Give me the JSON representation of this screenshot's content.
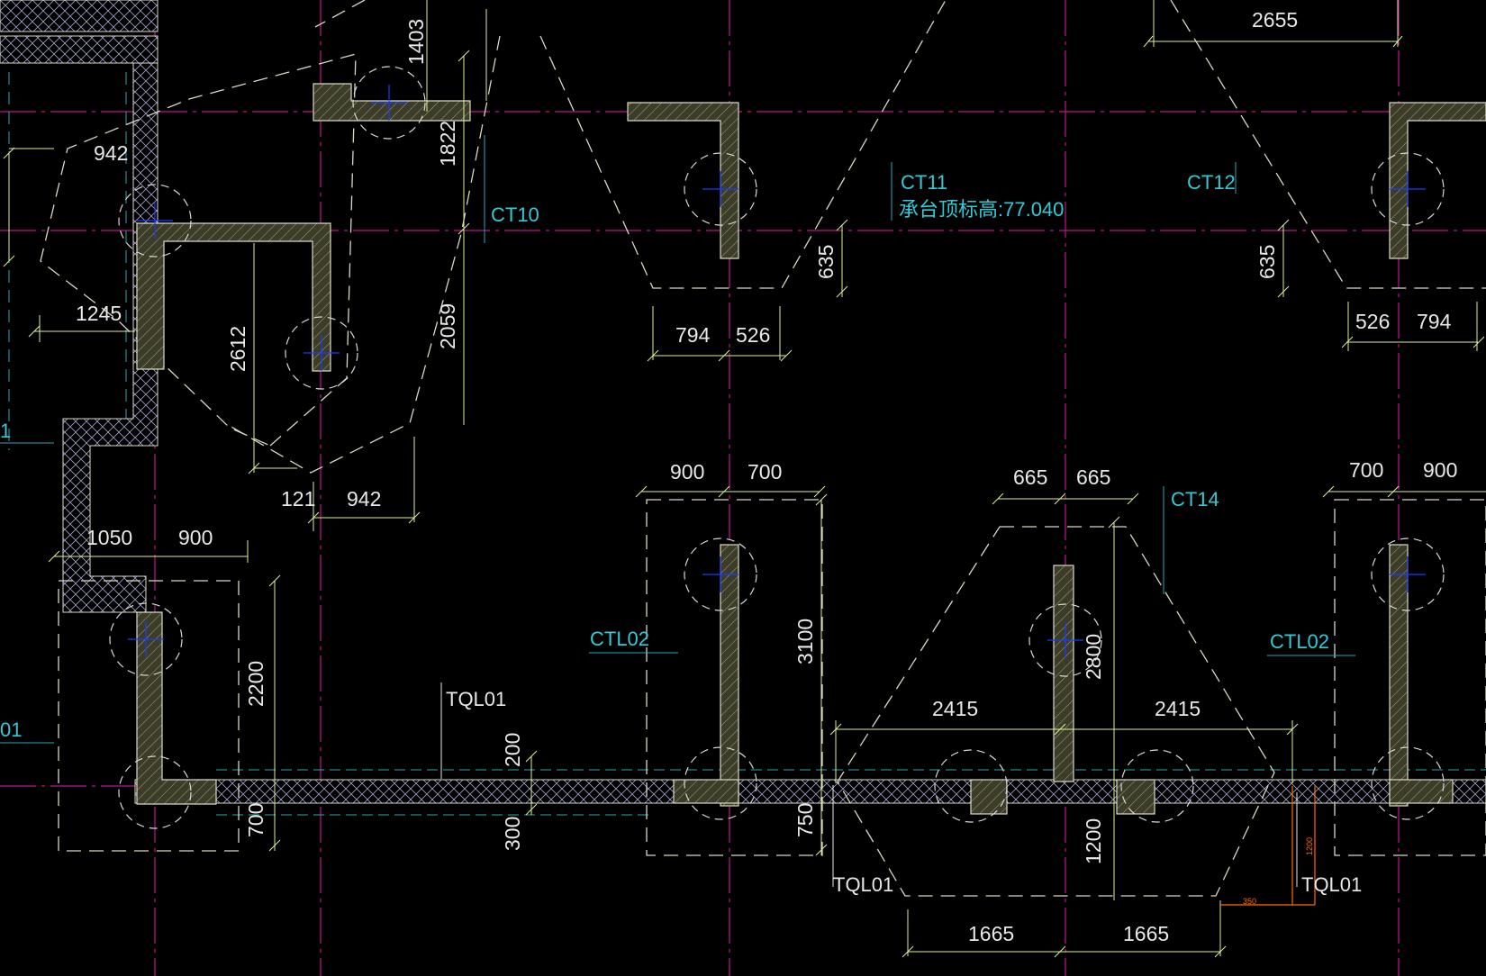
{
  "drawing": {
    "colors": {
      "background": "#000000",
      "axis_line": "#c0148a",
      "dimension": "#d7f29a",
      "dimension_text": "#e8e8e8",
      "wall_fill": "#5a5a3a",
      "hatch": "#c9d9a8",
      "cap_outline": "#d8d8c4",
      "pile_circle": "#d8d8d8",
      "pile_center": "#1a3cff",
      "label_cyan": "#35c9d6",
      "beam_hatch": "#7a78c8",
      "highlight_orange": "#ff6a00"
    },
    "cap_labels": {
      "ct10": "CT10",
      "ct11": "CT11",
      "ct11_elev": "承台顶标高:77.040",
      "ct12": "CT12",
      "ct14": "CT14",
      "ctl02_left": "CTL02",
      "ctl02_right": "CTL02"
    },
    "beam_labels": {
      "tql01_top": "TQL01",
      "tql01_mid": "TQL01",
      "tql01_right": "TQL01"
    },
    "edge_labels": {
      "left_1": "1",
      "left_01": "01"
    },
    "dims": {
      "d2655": "2655",
      "d1403": "1403",
      "d942a": "942",
      "d1822": "1822",
      "d1245": "1245",
      "d2612": "2612",
      "d2059": "2059",
      "d121": "121",
      "d942b": "942",
      "d635a": "635",
      "d794a": "794",
      "d526a": "526",
      "d635b": "635",
      "d526b": "526",
      "d794b": "794",
      "d1050": "1050",
      "d900a": "900",
      "d2200": "2200",
      "d700a": "700",
      "d200": "200",
      "d300": "300",
      "d900b": "900",
      "d700b": "700",
      "d3100": "3100",
      "d750": "750",
      "d665a": "665",
      "d665b": "665",
      "d2800": "2800",
      "d2415a": "2415",
      "d2415b": "2415",
      "d1200": "1200",
      "d1665a": "1665",
      "d1665b": "1665",
      "d700c": "700",
      "d900c": "900",
      "small_1200": "1200",
      "small_350": "350"
    }
  }
}
